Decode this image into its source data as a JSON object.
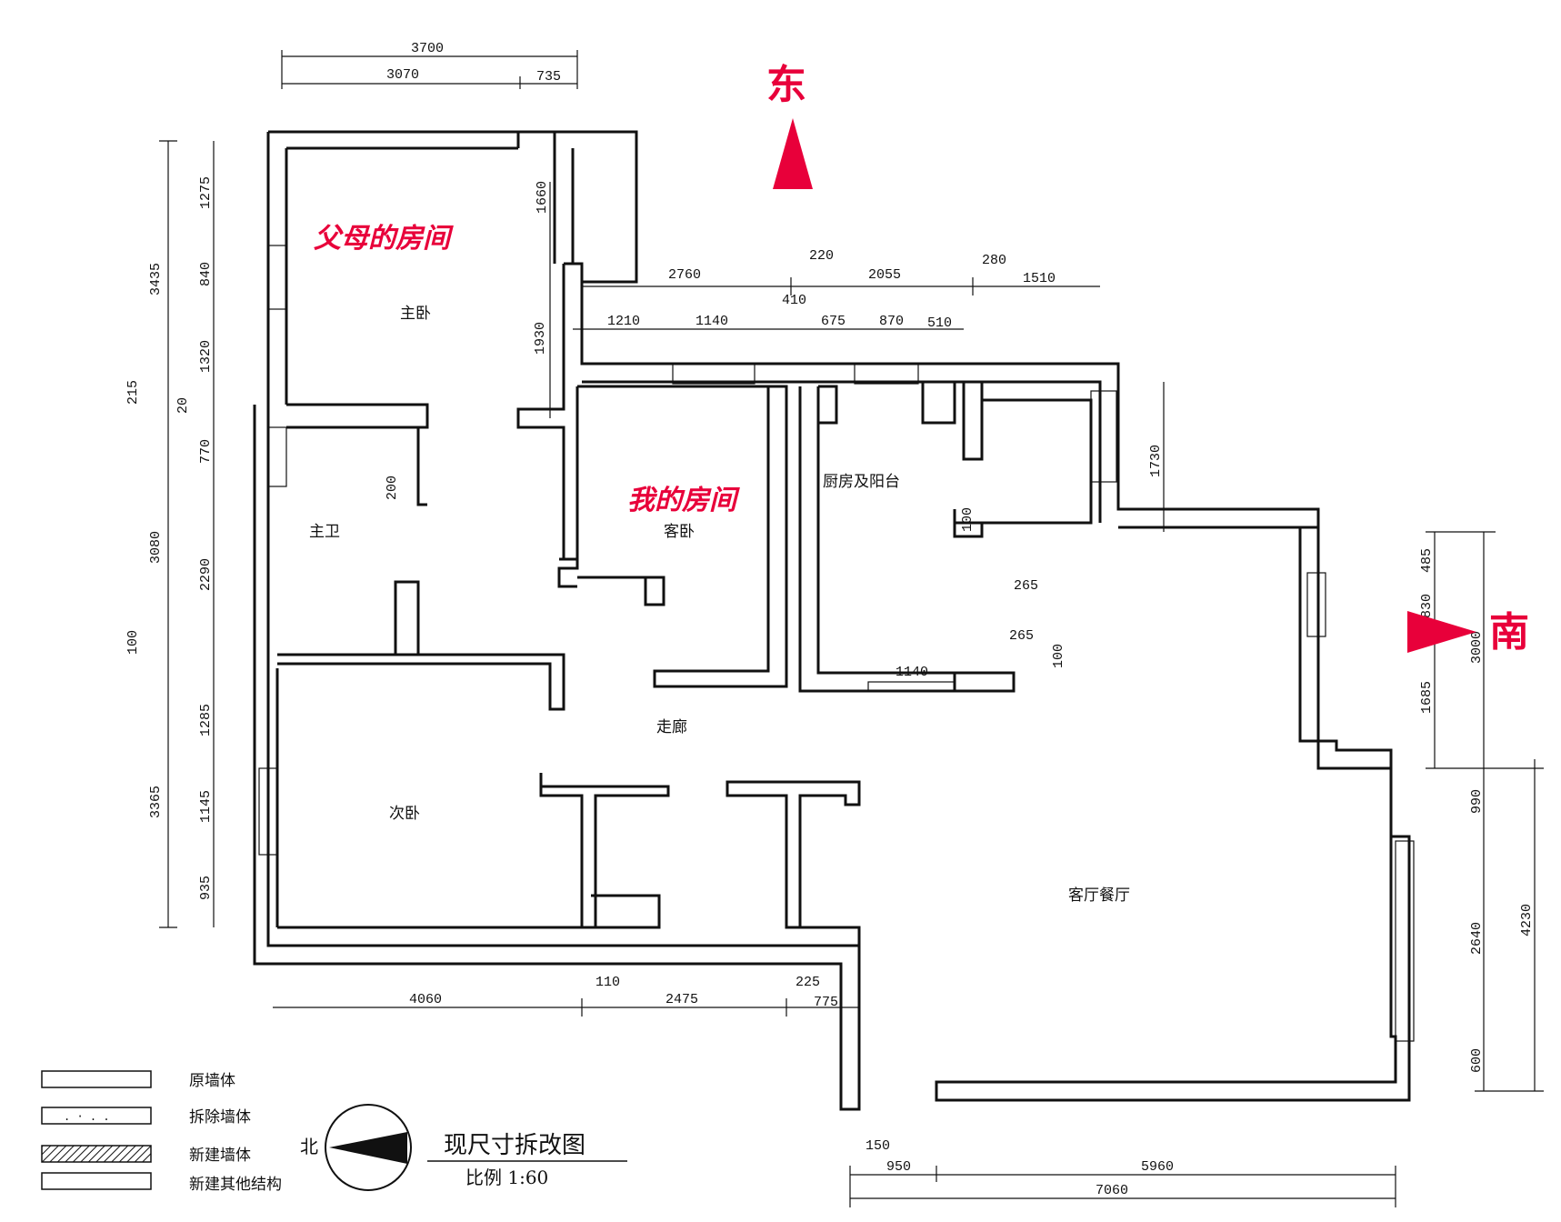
{
  "direction_labels": {
    "east": "东",
    "south": "南"
  },
  "annotations": {
    "parents_room": "父母的房间",
    "my_room": "我的房间"
  },
  "rooms": {
    "master_bedroom": "主卧",
    "master_bath": "主卫",
    "guest_bedroom": "客卧",
    "kitchen_balcony": "厨房及阳台",
    "corridor": "走廊",
    "second_bedroom": "次卧",
    "living_dining": "客厅餐厅"
  },
  "dimensions": {
    "top": {
      "total": "3700",
      "a": "3070",
      "b": "735"
    },
    "middle_upper": {
      "a": "2760",
      "b": "220",
      "c": "2055",
      "d": "280",
      "e": "1510"
    },
    "middle_lower": {
      "a": "1210",
      "b": "1140",
      "c": "410",
      "d": "675",
      "e": "870",
      "f": "510"
    },
    "left_outer": {
      "a": "3435",
      "b": "215",
      "c": "3080",
      "d": "100",
      "e": "3365"
    },
    "left_inner": {
      "a": "1275",
      "b": "840",
      "c": "1320",
      "d": "20",
      "e": "770",
      "f": "2290",
      "g": "1285",
      "h": "1145",
      "i": "935"
    },
    "interior": {
      "a": "1660",
      "b": "1930",
      "c": "200",
      "d": "1730",
      "e": "100",
      "f": "265",
      "g": "265",
      "h": "100",
      "i": "1140"
    },
    "bottom": {
      "a": "4060",
      "b": "110",
      "c": "2475",
      "d": "225",
      "e": "775"
    },
    "bottom_right": {
      "a": "150",
      "b": "950",
      "c": "5960",
      "d": "7060"
    },
    "right": {
      "a": "485",
      "b": "830",
      "c": "3000",
      "d": "1685",
      "e": "990",
      "f": "4230",
      "g": "2640",
      "h": "600"
    }
  },
  "legend": {
    "items": [
      "原墙体",
      "拆除墙体",
      "新建墙体",
      "新建其他结构"
    ]
  },
  "compass": {
    "label": "北"
  },
  "drawing": {
    "title": "现尺寸拆改图",
    "scale": "比例   1:60"
  },
  "colors": {
    "accent": "#e8003a",
    "line": "#111111"
  }
}
